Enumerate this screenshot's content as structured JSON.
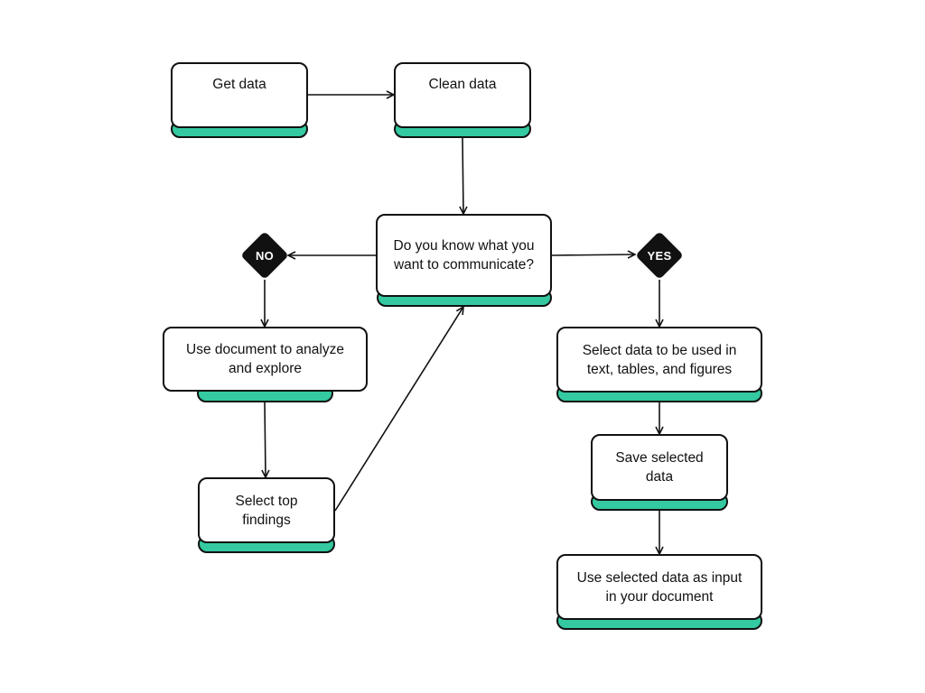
{
  "nodes": {
    "get_data": "Get data",
    "clean_data": "Clean data",
    "question": "Do you know what you want to communicate?",
    "analyze": "Use document to analyze and explore",
    "top_findings": "Select top findings",
    "select_data": "Select data to be used in text, tables, and figures",
    "save_data": "Save selected data",
    "use_data": "Use selected data as input in your document"
  },
  "decisions": {
    "no": "NO",
    "yes": "YES"
  },
  "colors": {
    "accent": "#34c9a0",
    "outline": "#111111",
    "background": "#ffffff"
  }
}
